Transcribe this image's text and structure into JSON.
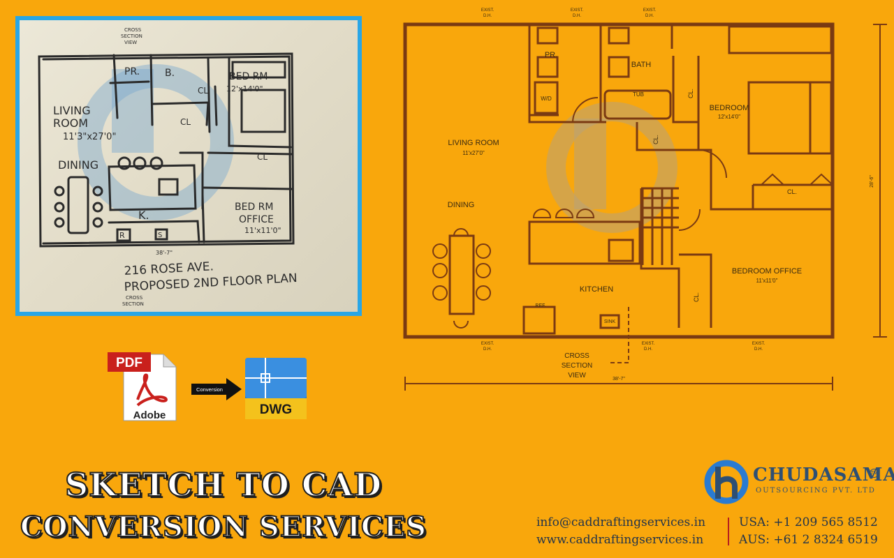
{
  "sketch": {
    "labels": {
      "living_room": "LIVING",
      "living_room_2": "ROOM",
      "living_size": "11'3\"x27'0\"",
      "dining": "DINING",
      "pr": "PR.",
      "bath": "B.",
      "bed_room": "BED RM",
      "bed_size": "12'x14'0\"",
      "cl": "CL",
      "cl2": "CL",
      "cl3": "CL",
      "kitchen": "K.",
      "bed_office": "BED RM",
      "office": "OFFICE",
      "office_size": "11'x11'0\"",
      "r": "R",
      "s": "S",
      "cross_top": "CROSS",
      "cross_top_2": "SECTION",
      "cross_top_3": "VIEW",
      "cross_bottom": "CROSS",
      "cross_bottom_2": "SECTION",
      "dimension": "38'-7\""
    },
    "caption_line_1": "216 ROSE AVE.",
    "caption_line_2": "PROPOSED 2ND FLOOR PLAN"
  },
  "conversion": {
    "pdf_label": "PDF",
    "adobe_label": "Adobe",
    "arrow_label": "Conversion",
    "dwg_label": "DWG"
  },
  "plan": {
    "rooms": {
      "pr": "PR.",
      "bath": "BATH",
      "tub": "TUB",
      "wd": "W/D",
      "living_room": "LIVING ROOM",
      "living_size": "11'x27'0\"",
      "bedroom": "BEDROOM",
      "bedroom_size": "12'x14'0\"",
      "dining": "DINING",
      "kitchen": "KITCHEN",
      "ref": "REF.",
      "sink": "SINK",
      "bedroom_office": "BEDROOM OFFICE",
      "office_size": "11'x11'0\"",
      "cl": "CL.",
      "cl2": "CL.",
      "cl3": "CL.",
      "cl4": "CL."
    },
    "exist_dh": "EXIST.",
    "dh": "D.H.",
    "cross_1": "CROSS",
    "cross_2": "SECTION",
    "cross_3": "VIEW",
    "width_dim": "38'-7\"",
    "height_dim": "28'-6\""
  },
  "headline": {
    "line_1": "SKETCH TO CAD",
    "line_2": "CONVERSION SERVICES"
  },
  "contact": {
    "email": "info@caddraftingservices.in",
    "website": "www.caddraftingservices.in",
    "usa": "USA: +1 209 565 8512",
    "aus": "AUS: +61 2 8324 6519"
  },
  "brand": {
    "name": "CHUDASAMA",
    "sub": "OUTSOURCING PVT. LTD",
    "tm": "TM"
  },
  "colors": {
    "background": "#F9A70C",
    "frame_blue": "#29A6E6",
    "brand_blue": "#2e4f73"
  }
}
